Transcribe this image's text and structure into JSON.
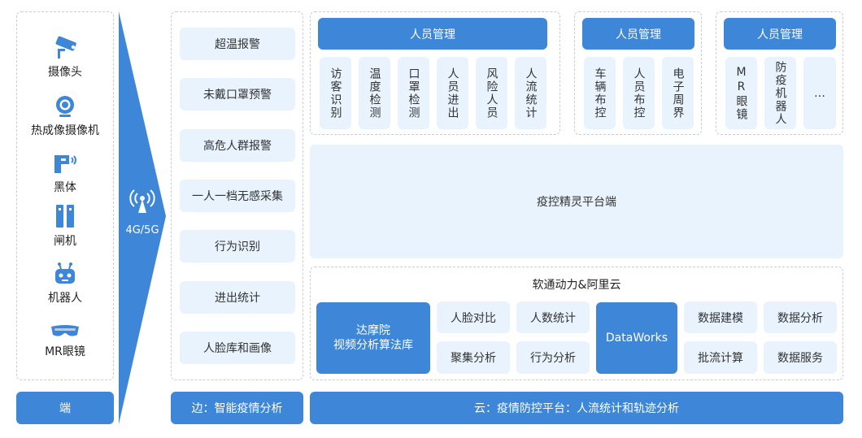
{
  "devices": [
    {
      "icon": "camera-icon",
      "label": "摄像头"
    },
    {
      "icon": "thermal-camera-icon",
      "label": "热成像摄像机"
    },
    {
      "icon": "blackbody-icon",
      "label": "黑体"
    },
    {
      "icon": "gate-icon",
      "label": "闸机"
    },
    {
      "icon": "robot-icon",
      "label": "机器人"
    },
    {
      "icon": "mr-glasses-icon",
      "label": "MR眼镜"
    }
  ],
  "network": {
    "icon": "antenna-icon",
    "label": "4G/5G"
  },
  "edge_items": [
    "超温报警",
    "未戴口罩预警",
    "高危人群报警",
    "一人一档无感采集",
    "行为识别",
    "进出统计",
    "人脸库和画像"
  ],
  "groups": [
    {
      "title": "人员管理",
      "cells": [
        "访客识别",
        "温度检测",
        "口罩检测",
        "人员进出",
        "风险人员",
        "人流统计"
      ]
    },
    {
      "title": "人员管理",
      "cells": [
        "车辆布控",
        "人员布控",
        "电子周界"
      ]
    },
    {
      "title": "人员管理",
      "cells": [
        "MR眼镜",
        "防疫机器人",
        "…"
      ]
    }
  ],
  "platform_label": "疫控精灵平台端",
  "cloud": {
    "title": "软通动力&阿里云",
    "algo": [
      "达摩院",
      "视频分析算法库"
    ],
    "grid1": [
      "人脸对比",
      "人数统计",
      "聚集分析",
      "行为分析"
    ],
    "dataworks": "DataWorks",
    "grid2": [
      "数据建模",
      "数据分析",
      "批流计算",
      "数据服务"
    ]
  },
  "footers": {
    "end": "端",
    "edge": "边：智能疫情分析",
    "cloud": "云：疫情防控平台：人流统计和轨迹分析"
  },
  "colors": {
    "primary": "#3d86d8",
    "light": "#e8f3fe",
    "dash": "#c8ccd4"
  }
}
